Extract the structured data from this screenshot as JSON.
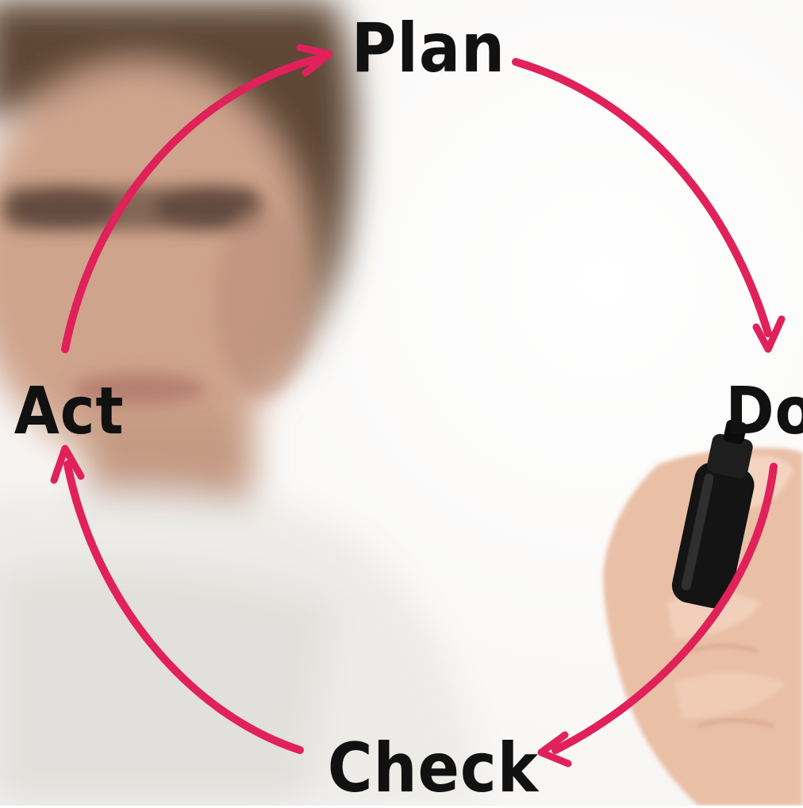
{
  "diagram": {
    "labels": {
      "plan": "Plan",
      "do": "Do",
      "check": "Check",
      "act": "Act"
    },
    "arrow_color": "#e0215a",
    "text_color": "#111111",
    "flow": [
      "Plan",
      "Do",
      "Check",
      "Act"
    ]
  },
  "background": {
    "subject": "blurred-person-writing-with-marker",
    "base_color": "#ffffff"
  }
}
